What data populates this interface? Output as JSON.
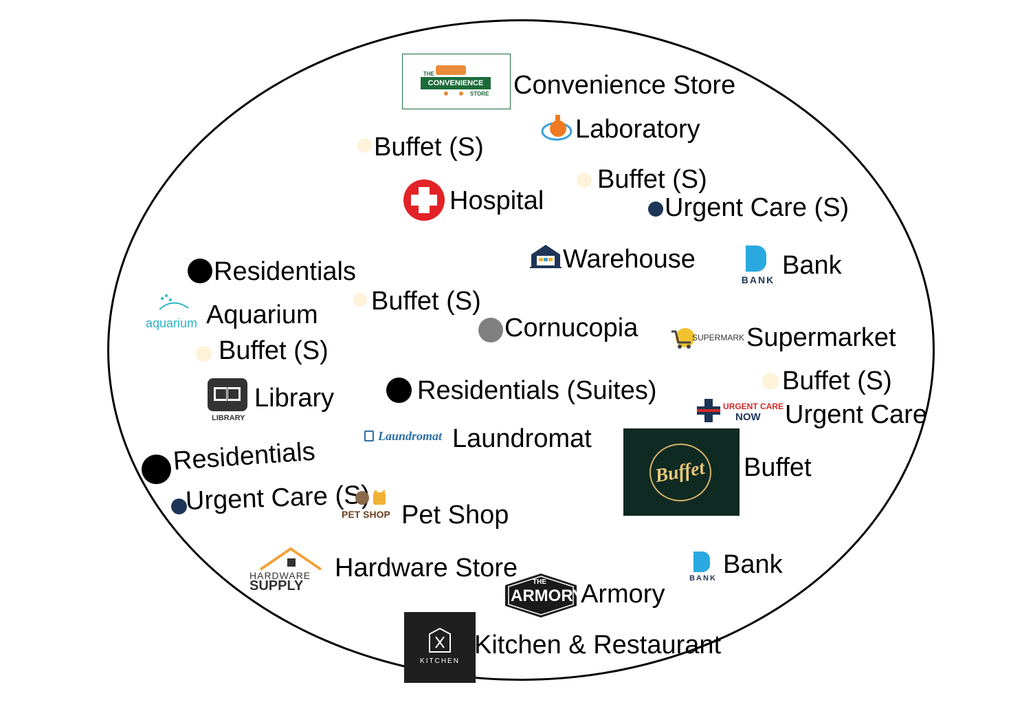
{
  "colors": {
    "buffet_small_dot": "#fdf3d8",
    "urgent_care_small_dot": "#1d3557",
    "residentials_dot": "#000000",
    "cornucopia_dot": "#808080",
    "ring": "#000000"
  },
  "places": {
    "convenience_store": {
      "label": "Convenience Store",
      "logo_line1": "THE",
      "logo_line2": "CONVENIENCE",
      "logo_line3": "STORE"
    },
    "laboratory": {
      "label": "Laboratory"
    },
    "buffet_s_1": {
      "label": "Buffet (S)"
    },
    "buffet_s_2": {
      "label": "Buffet (S)"
    },
    "hospital": {
      "label": "Hospital"
    },
    "urgent_care_s_1": {
      "label": "Urgent Care (S)"
    },
    "warehouse": {
      "label": "Warehouse"
    },
    "bank_1": {
      "label": "Bank",
      "logo_text": "BANK"
    },
    "residentials_1": {
      "label": "Residentials"
    },
    "aquarium": {
      "label": "Aquarium",
      "logo_text": "aquarium"
    },
    "buffet_s_3": {
      "label": "Buffet (S)"
    },
    "cornucopia": {
      "label": "Cornucopia"
    },
    "supermarket": {
      "label": "Supermarket",
      "logo_text": "SUPERMARKET"
    },
    "buffet_s_4": {
      "label": "Buffet (S)"
    },
    "library": {
      "label": "Library",
      "logo_text": "LIBRARY"
    },
    "residentials_suites": {
      "label": "Residentials (Suites)"
    },
    "buffet_s_5": {
      "label": "Buffet (S)"
    },
    "urgent_care": {
      "label": "Urgent Care",
      "logo_line1": "URGENT CARE",
      "logo_line2": "NOW"
    },
    "laundromat": {
      "label": "Laundromat",
      "logo_text": "Laundromat"
    },
    "residentials_2": {
      "label": "Residentials"
    },
    "buffet": {
      "label": "Buffet",
      "logo_text": "Buffet"
    },
    "urgent_care_s_2": {
      "label": "Urgent Care (S)"
    },
    "pet_shop": {
      "label": "Pet Shop",
      "logo_text": "PET SHOP"
    },
    "hardware_store": {
      "label": "Hardware Store",
      "logo_line1": "HARDWARE",
      "logo_line2": "SUPPLY"
    },
    "bank_2": {
      "label": "Bank",
      "logo_text": "BANK"
    },
    "armory": {
      "label": "Armory",
      "logo_line1": "THE",
      "logo_line2": "ARMORY"
    },
    "kitchen_restaurant": {
      "label": "Kitchen & Restaurant",
      "logo_text": "KITCHEN"
    }
  }
}
